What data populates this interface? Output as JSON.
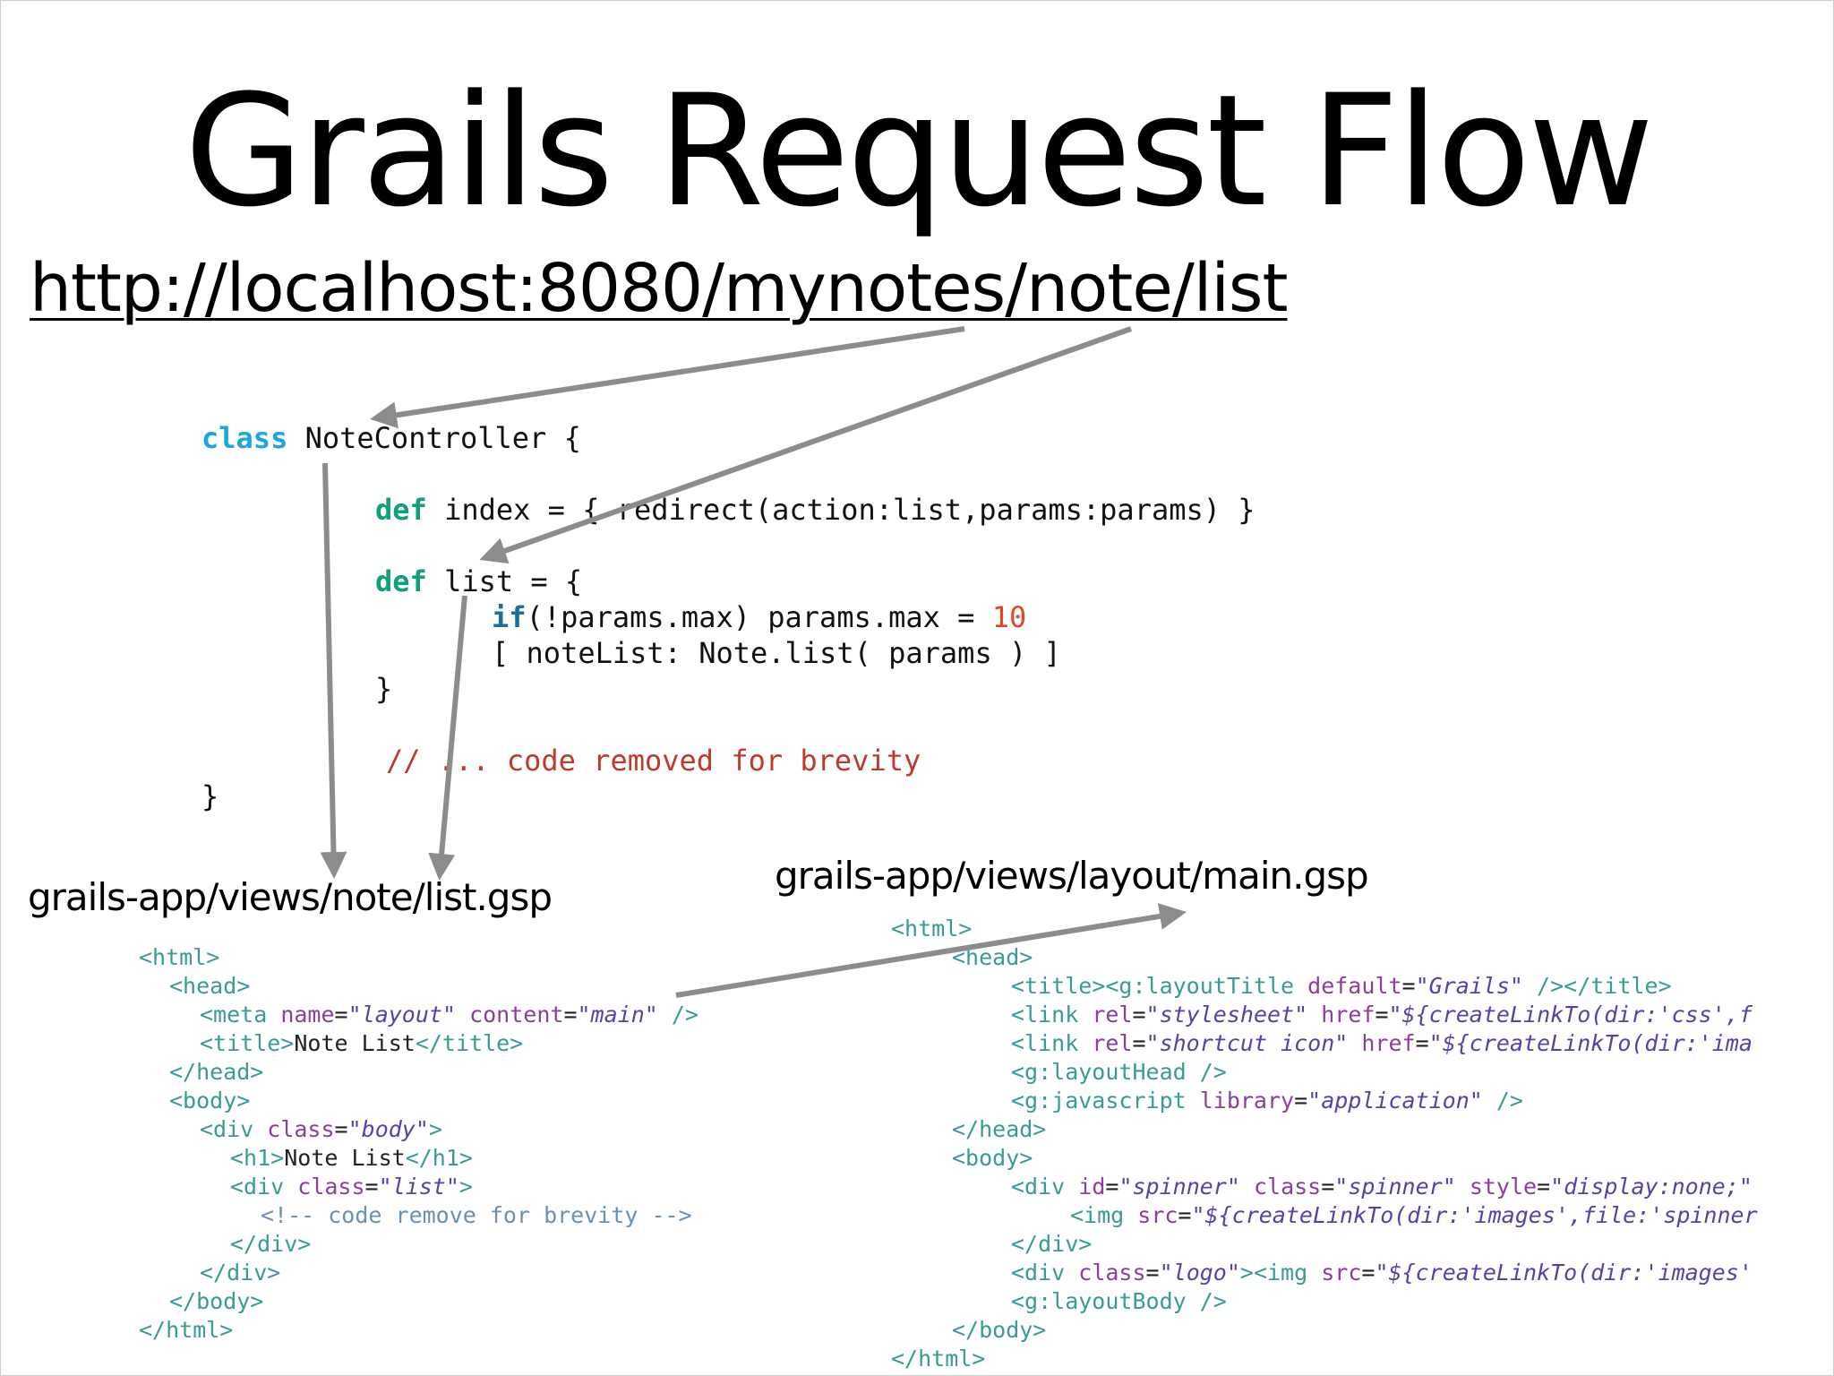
{
  "slide": {
    "title": "Grails Request Flow",
    "url": "http://localhost:8080/mynotes/note/list"
  },
  "controller_code": {
    "line1_kw": "class",
    "line1_rest": " NoteController {",
    "line2_kw": "def",
    "line2_rest": " index = { redirect(action:list,params:params) }",
    "line3_kw": "def",
    "line3_rest": " list = {",
    "line4_kw": "if",
    "line4_rest": "(!params.max) params.max = ",
    "line4_num": "10",
    "line5": "[ noteList: Note.list( params ) ]",
    "line6": "}",
    "line7": "// ... code removed for brevity",
    "line8": "}"
  },
  "list_gsp": {
    "label": "grails-app/views/note/list.gsp",
    "html_open": "<html>",
    "head_open": "<head>",
    "meta_open": "<meta ",
    "meta_attr1": "name",
    "meta_val1": "\"layout\"",
    "meta_attr2": "content",
    "meta_val2": "\"main\"",
    "meta_close": " />",
    "title_open": "<title>",
    "title_text": "Note List",
    "title_close": "</title>",
    "head_close": "</head>",
    "body_open": "<body>",
    "div_open": "<div ",
    "div_attr": "class",
    "div_val": "\"body\"",
    "gt": ">",
    "h1_open": "<h1>",
    "h1_text": "Note List",
    "h1_close": "</h1>",
    "div2_open": "<div ",
    "div2_attr": "class",
    "div2_val": "\"list\"",
    "comment": "<!-- code remove for brevity -->",
    "div_close": "</div>",
    "div_close2": "</div>",
    "body_close": "</body>",
    "html_close": "</html>"
  },
  "main_gsp": {
    "label": "grails-app/views/layout/main.gsp",
    "html_open": "<html>",
    "head_open": "<head>",
    "title_line_a": "<title><g:layoutTitle ",
    "title_attr": "default",
    "title_val": "\"Grails\"",
    "title_line_b": " /></title>",
    "link1_a": "<link ",
    "link1_attr1": "rel",
    "link1_val1": "\"stylesheet\"",
    "link1_attr2": "href",
    "link1_val2": "\"${createLinkTo(dir:'css',f",
    "link2_a": "<link ",
    "link2_attr1": "rel",
    "link2_val1": "\"shortcut icon\"",
    "link2_attr2": "href",
    "link2_val2": "\"${createLinkTo(dir:'ima",
    "layouthead": "<g:layoutHead />",
    "js_a": "<g:javascript ",
    "js_attr": "library",
    "js_val": "\"application\"",
    "js_b": " />",
    "head_close": "</head>",
    "body_open": "<body>",
    "spinner_a": "<div ",
    "spinner_attr1": "id",
    "spinner_val1": "\"spinner\"",
    "spinner_attr2": "class",
    "spinner_val2": "\"spinner\"",
    "spinner_attr3": "style",
    "spinner_val3": "\"display:none;\"",
    "img_a": "<img ",
    "img_attr": "src",
    "img_val": "\"${createLinkTo(dir:'images',file:'spinner",
    "div_close": "</div>",
    "logo_a": "<div ",
    "logo_attr": "class",
    "logo_val": "\"logo\"",
    "logo_b": "><img ",
    "logo_attr2": "src",
    "logo_val2": "\"${createLinkTo(dir:'images'",
    "layoutbody": "<g:layoutBody />",
    "body_close": "</body>",
    "html_close": "</html>"
  },
  "colors": {
    "arrow": "#8c8c8c",
    "keyword_class": "#1aa7e0",
    "keyword_def": "#0f9f7f",
    "number": "#e0472b",
    "comment": "#c0392b",
    "tag": "#3a9a95",
    "attribute": "#8a3fa0"
  }
}
